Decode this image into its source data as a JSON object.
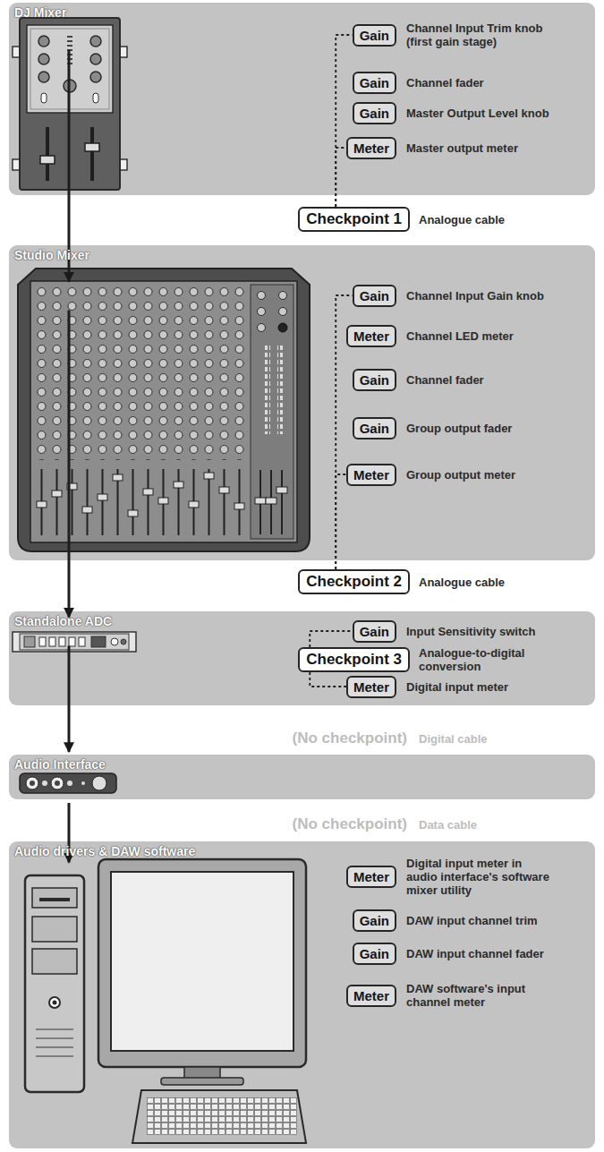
{
  "diagram": {
    "nodes": [
      {
        "text": [
          "DJ Mixer"
        ]
      },
      {
        "text": [
          "Gain",
          "Channel Input Trim knob (first gain stage)"
        ],
        "in": 0
      },
      {
        "text": [
          "Gain",
          "Channel fader"
        ],
        "in": 0
      },
      {
        "text": [
          "Gain",
          "Master Output Level knob"
        ],
        "in": 0
      },
      {
        "text": [
          "Meter",
          "Master output meter"
        ],
        "in": 0
      },
      {
        "text": [
          "Checkpoint 1",
          "Analogue cable"
        ]
      },
      {
        "text": [
          "Studio Mixer"
        ]
      },
      {
        "text": [
          "Gain",
          "Channel Input Gain knob"
        ],
        "in": 6
      },
      {
        "text": [
          "Meter",
          "Channel LED meter"
        ],
        "in": 6
      },
      {
        "text": [
          "Gain",
          "Channel fader"
        ],
        "in": 6
      },
      {
        "text": [
          "Gain",
          "Group output fader"
        ],
        "in": 6
      },
      {
        "text": [
          "Meter",
          "Group output meter"
        ],
        "in": 6
      },
      {
        "text": [
          "Checkpoint 2",
          "Analogue cable"
        ]
      },
      {
        "text": [
          "Standalone ADC"
        ]
      },
      {
        "text": [
          "Gain",
          "Input Sensitivity switch"
        ],
        "in": 13
      },
      {
        "text": [
          "Checkpoint 3",
          "Analogue-to-digital conversion"
        ],
        "in": 13
      },
      {
        "text": [
          "Meter",
          "Digital input meter"
        ],
        "in": 13
      },
      {
        "text": [
          "Audio Interface"
        ]
      },
      {
        "text": [
          "Audio drivers & DAW software"
        ]
      },
      {
        "text": [
          "Meter",
          "Digital input meter in audio interface's software mixer utility"
        ],
        "in": 18
      },
      {
        "text": [
          "Gain",
          "DAW input channel trim"
        ],
        "in": 18
      },
      {
        "text": [
          "Gain",
          "DAW input channel fader"
        ],
        "in": 18
      },
      {
        "text": [
          "Meter",
          "DAW software's input channel meter"
        ],
        "in": 18
      }
    ],
    "edges": [
      {
        "from": 0,
        "to": 6,
        "arrow": "to"
      },
      {
        "from": 6,
        "to": 13,
        "arrow": "to"
      },
      {
        "from": 13,
        "to": 17,
        "arrow": "to"
      },
      {
        "from": 17,
        "to": 18,
        "arrow": "to"
      },
      {
        "from": 5,
        "to": 1,
        "arrow": "none"
      },
      {
        "from": 5,
        "to": 4,
        "arrow": "none"
      },
      {
        "from": 12,
        "to": 7,
        "arrow": "none"
      },
      {
        "from": 12,
        "to": 11,
        "arrow": "none"
      },
      {
        "from": 15,
        "to": 14,
        "arrow": "none"
      },
      {
        "from": 15,
        "to": 16,
        "arrow": "none"
      }
    ],
    "labels": [
      "(No checkpoint)",
      "Digital cable",
      "(No checkpoint)",
      "Data cable"
    ]
  }
}
